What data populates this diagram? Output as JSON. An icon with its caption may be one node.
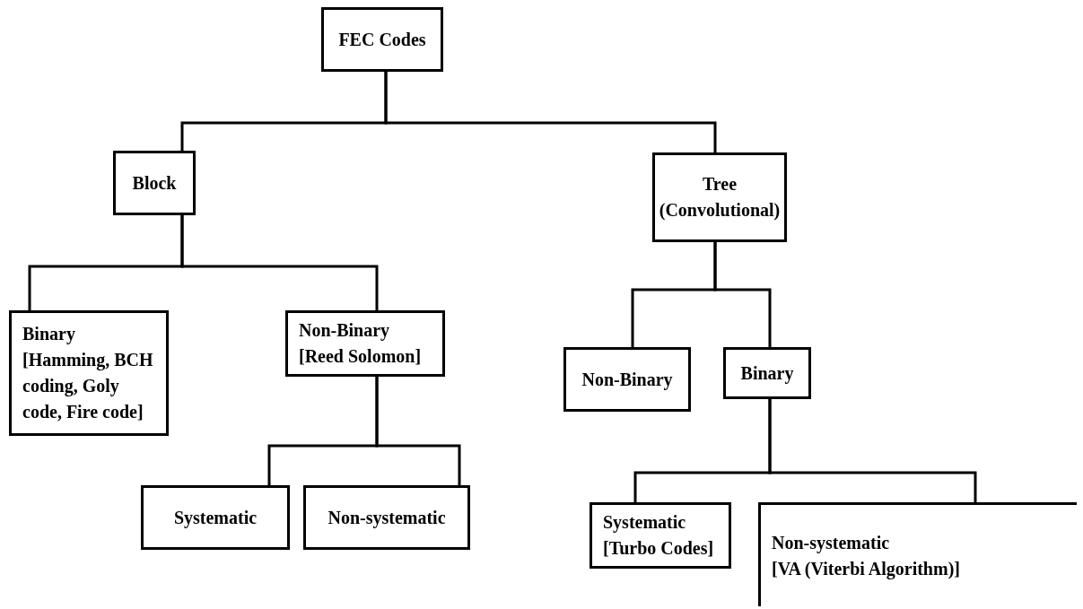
{
  "diagram": {
    "nodes": [
      {
        "text": [
          "FEC Codes"
        ]
      },
      {
        "text": [
          "Block"
        ]
      },
      {
        "text": [
          "Tree (Convolutional)"
        ]
      },
      {
        "text": [
          "Binary",
          "[Hamming, BCH coding, Goly code, Fire code]"
        ]
      },
      {
        "text": [
          "Non-Binary",
          "[Reed Solomon]"
        ]
      },
      {
        "text": [
          "Non-Binary"
        ]
      },
      {
        "text": [
          "Binary"
        ]
      },
      {
        "text": [
          "Systematic"
        ]
      },
      {
        "text": [
          "Non-systematic"
        ]
      },
      {
        "text": [
          "Systematic",
          "[Turbo Codes]"
        ]
      },
      {
        "text": [
          "Non-systematic",
          "[VA (Viterbi Algorithm)]"
        ]
      }
    ],
    "edges": [
      {
        "from": 0,
        "to": 1,
        "arrow": "none"
      },
      {
        "from": 0,
        "to": 2,
        "arrow": "none"
      },
      {
        "from": 1,
        "to": 3,
        "arrow": "none"
      },
      {
        "from": 1,
        "to": 4,
        "arrow": "none"
      },
      {
        "from": 2,
        "to": 5,
        "arrow": "none"
      },
      {
        "from": 2,
        "to": 6,
        "arrow": "none"
      },
      {
        "from": 4,
        "to": 7,
        "arrow": "none"
      },
      {
        "from": 4,
        "to": 8,
        "arrow": "none"
      },
      {
        "from": 6,
        "to": 9,
        "arrow": "none"
      },
      {
        "from": 6,
        "to": 10,
        "arrow": "none"
      }
    ]
  }
}
